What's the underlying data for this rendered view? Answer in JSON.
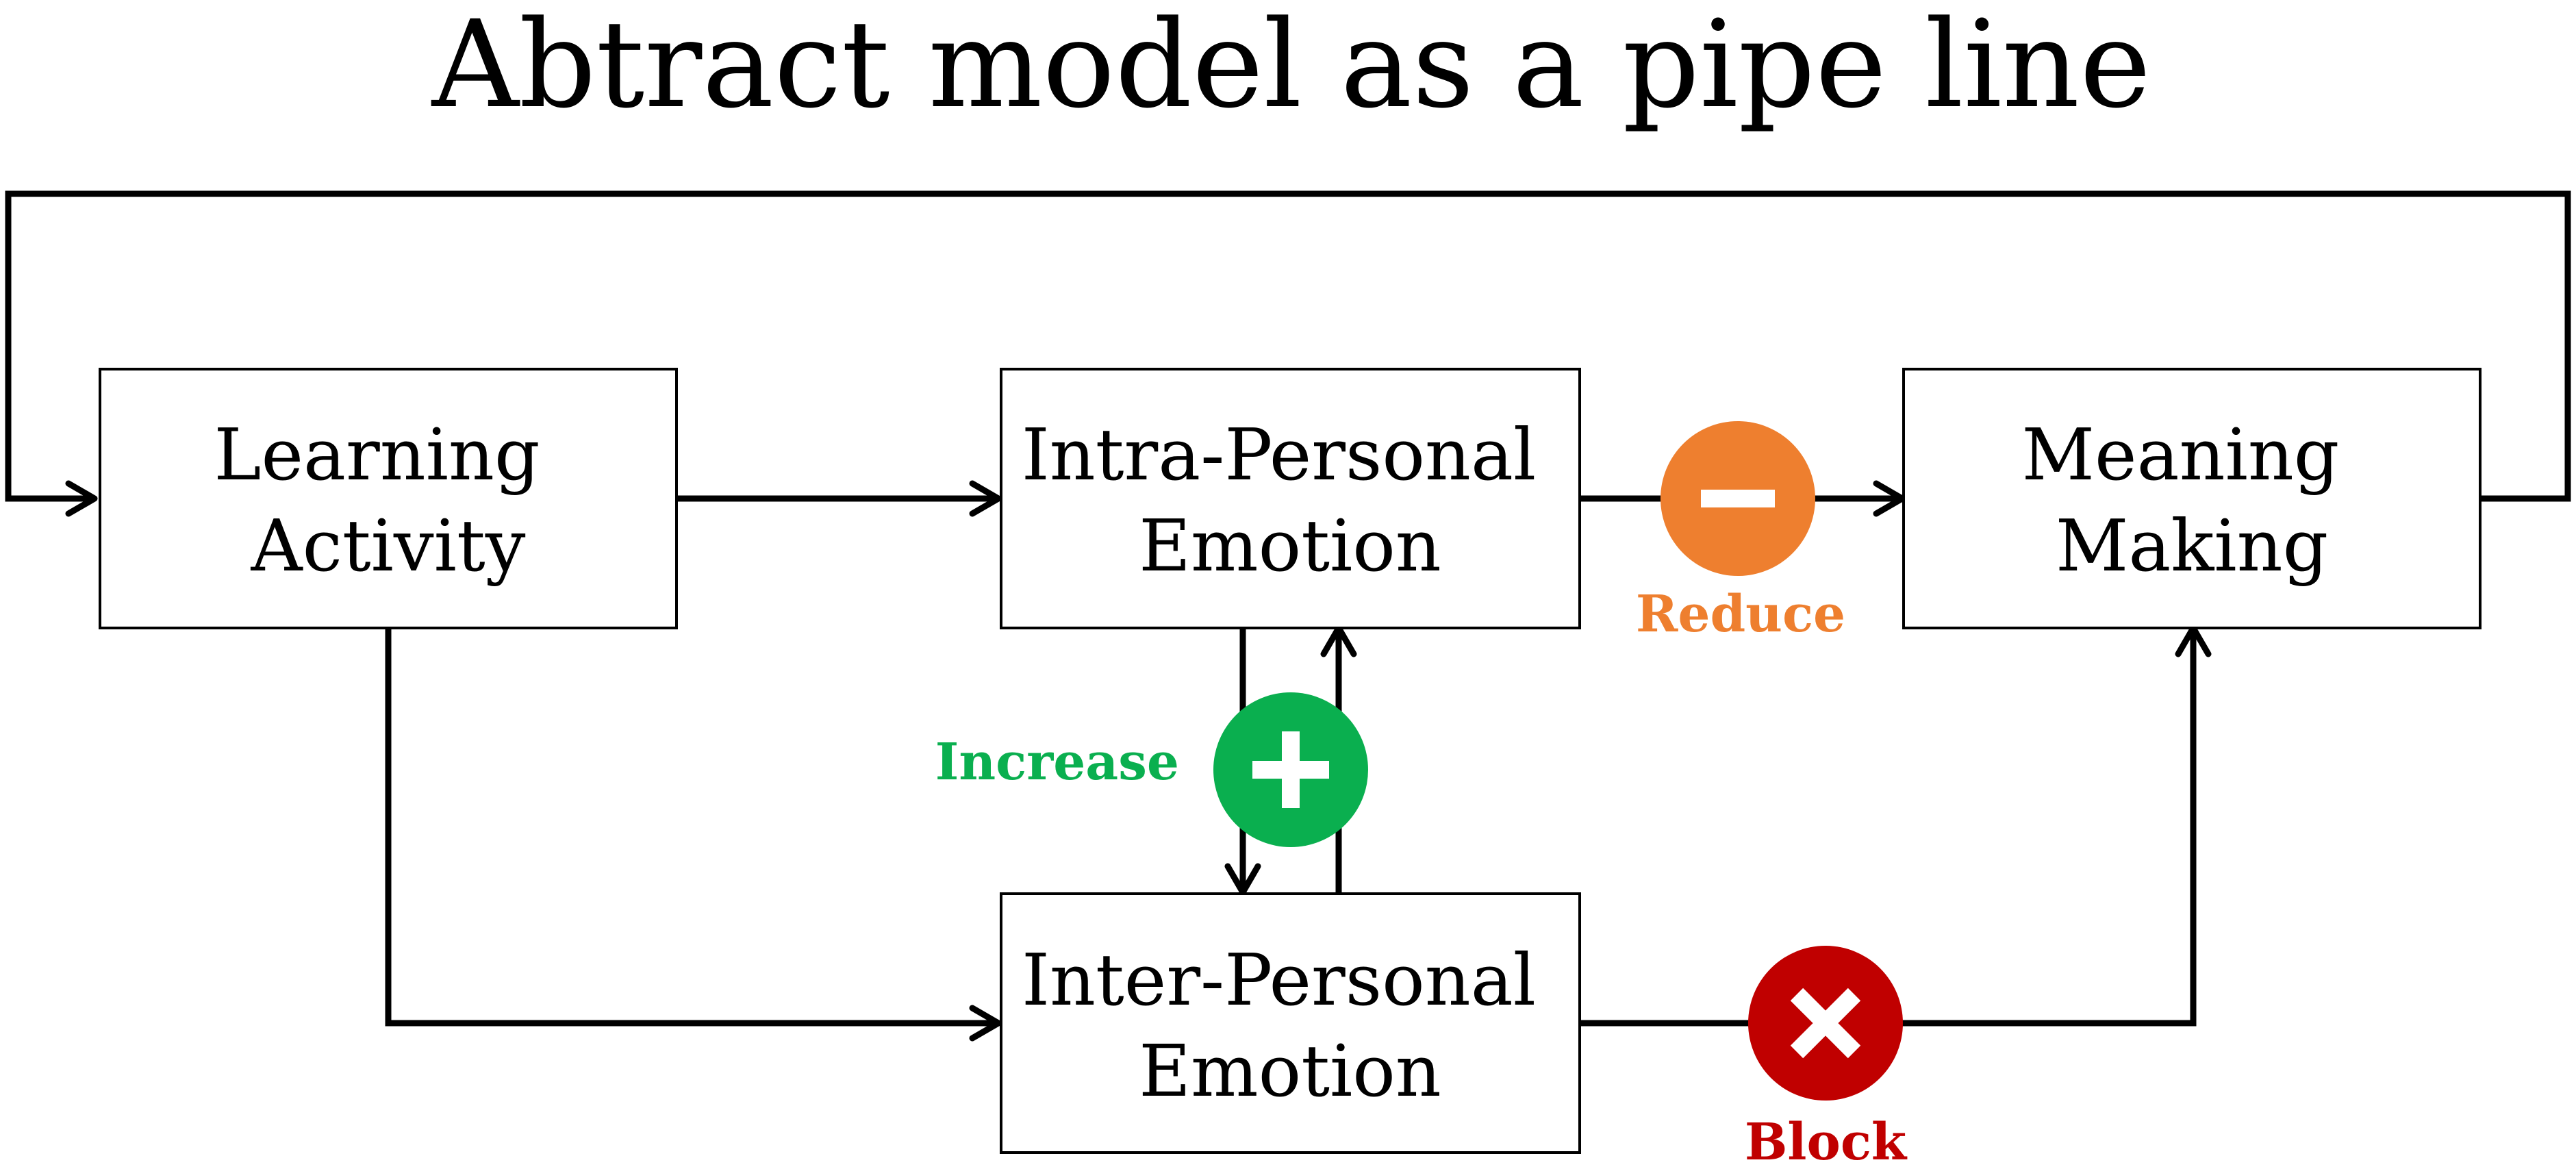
{
  "title": "Abtract model as a pipe line",
  "nodes": {
    "learning_activity": {
      "line1": "Learning",
      "line2": "Activity"
    },
    "intra_personal": {
      "line1": "Intra-Personal",
      "line2": "Emotion"
    },
    "inter_personal": {
      "line1": "Inter-Personal",
      "line2": "Emotion"
    },
    "meaning_making": {
      "line1": "Meaning",
      "line2": "Making"
    }
  },
  "operators": {
    "increase": {
      "label": "Increase",
      "icon": "plus-icon",
      "color": "#0aaf4f"
    },
    "reduce": {
      "label": "Reduce",
      "icon": "minus-icon",
      "color": "#ee7f2f"
    },
    "block": {
      "label": "Block",
      "icon": "cross-icon",
      "color": "#c00000"
    }
  }
}
